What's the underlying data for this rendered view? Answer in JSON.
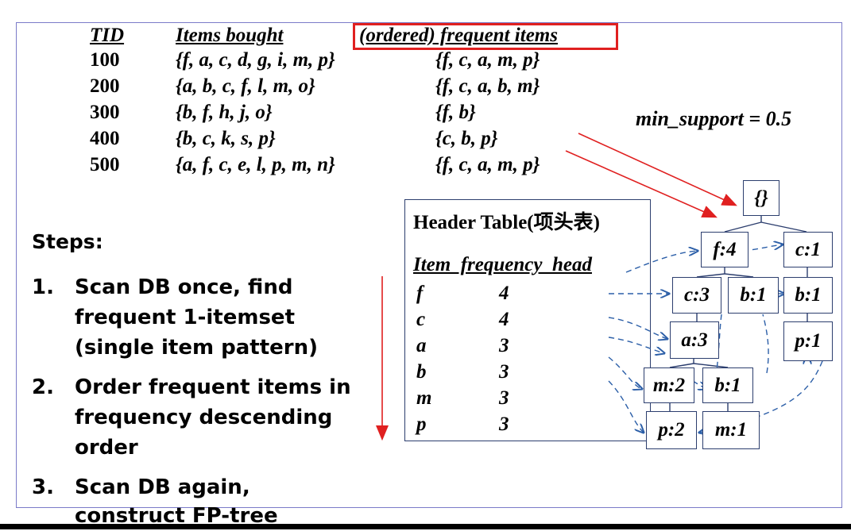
{
  "table": {
    "headers": {
      "tid": "TID",
      "items": "Items bought",
      "frequent": "(ordered) frequent items"
    },
    "rows": [
      {
        "tid": "100",
        "items": "{f, a, c, d, g, i, m, p}",
        "frequent": "{f, c, a, m, p}"
      },
      {
        "tid": "200",
        "items": "{a, b, c, f, l, m, o}",
        "frequent": "{f, c, a, b, m}"
      },
      {
        "tid": "300",
        "items": "{b, f, h, j, o}",
        "frequent": "{f, b}"
      },
      {
        "tid": "400",
        "items": "{b, c, k, s, p}",
        "frequent": "{c, b, p}"
      },
      {
        "tid": "500",
        "items": "{a, f, c, e, l, p, m, n}",
        "frequent": "{f, c, a, m, p}"
      }
    ]
  },
  "min_support": "min_support = 0.5",
  "steps": {
    "title": "Steps:",
    "items": [
      {
        "num": "1.",
        "lines": [
          "Scan DB once, find",
          "frequent 1-itemset",
          "(single item pattern)"
        ]
      },
      {
        "num": "2.",
        "lines": [
          "Order frequent items in",
          "frequency descending",
          "order"
        ]
      },
      {
        "num": "3.",
        "lines": [
          "Scan DB again,",
          "construct FP-tree"
        ]
      }
    ]
  },
  "header_table": {
    "title": "Header Table(项头表)",
    "columns": "Item  frequency  head",
    "rows": [
      {
        "item": "f",
        "frequency": "4"
      },
      {
        "item": "c",
        "frequency": "4"
      },
      {
        "item": "a",
        "frequency": "3"
      },
      {
        "item": "b",
        "frequency": "3"
      },
      {
        "item": "m",
        "frequency": "3"
      },
      {
        "item": "p",
        "frequency": "3"
      }
    ]
  },
  "tree": {
    "root": "{}",
    "nodes": {
      "f4": "f:4",
      "c1": "c:1",
      "c3": "c:3",
      "b1a": "b:1",
      "b1b": "b:1",
      "a3": "a:3",
      "p1": "p:1",
      "m2": "m:2",
      "b1c": "b:1",
      "p2": "p:2",
      "m1": "m:1"
    }
  },
  "colors": {
    "highlight_box": "#e02020",
    "arrows": "#e02020",
    "frame": "#7b7bc8",
    "tree_lines": "#2c3e6e",
    "dashed_links": "#2c5fa8"
  }
}
